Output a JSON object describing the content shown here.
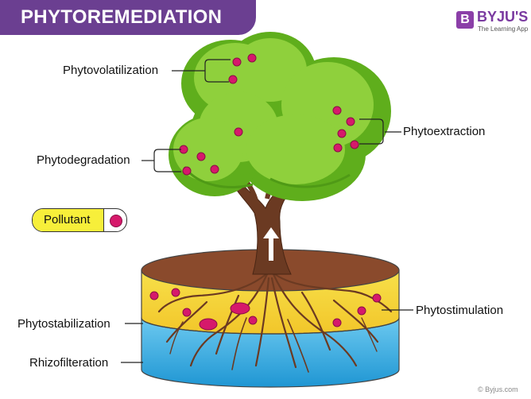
{
  "title": "PHYTOREMEDIATION",
  "brand": {
    "mark": "B",
    "name": "BYJU'S",
    "tagline": "The Learning App"
  },
  "labels": {
    "phytovolatilization": "Phytovolatilization",
    "phytoextraction": "Phytoextraction",
    "phytodegradation": "Phytodegradation",
    "phytostimulation": "Phytostimulation",
    "phytostabilization": "Phytostabilization",
    "rhizofilteration": "Rhizofilteration"
  },
  "legend": {
    "label": "Pollutant"
  },
  "copyright": "© Byjus.com",
  "colors": {
    "banner": "#6b3f91",
    "canopy_dark": "#5fae1c",
    "canopy_light": "#8fd03c",
    "trunk": "#6b3a22",
    "soil": "#8a4a2c",
    "upper_layer": "#f4d63a",
    "water_layer": "#29a8e0",
    "pollutant": "#d6196b"
  }
}
